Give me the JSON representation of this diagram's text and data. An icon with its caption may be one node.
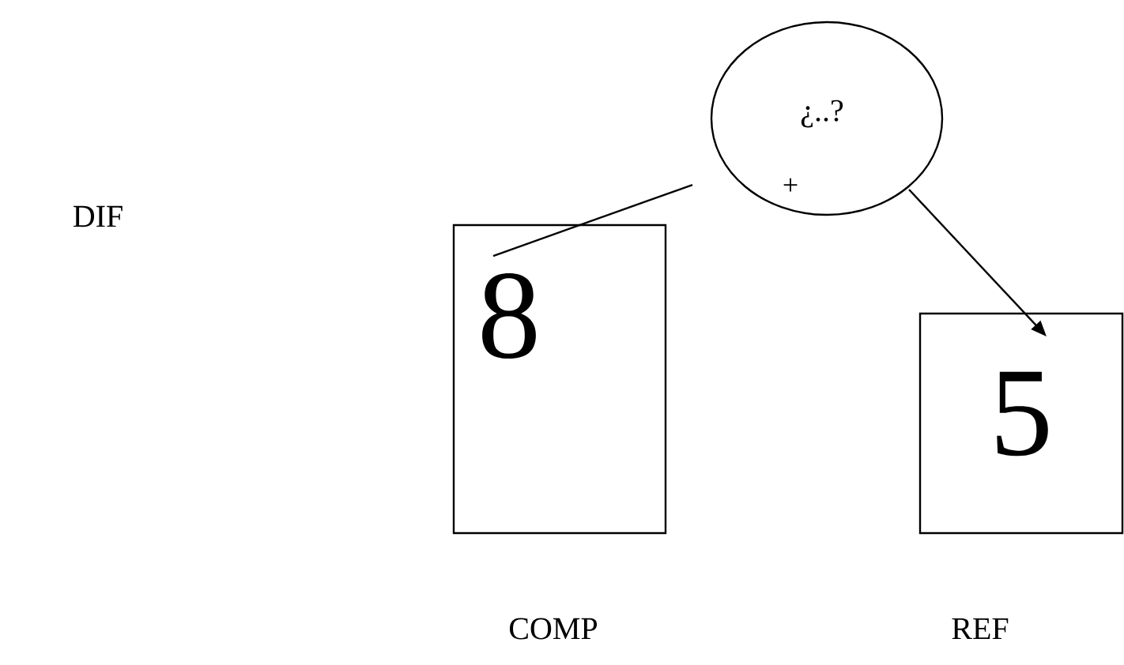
{
  "diagram": {
    "nodes": [
      {
        "text": [
          "¿..?",
          "+"
        ]
      },
      {
        "text": [
          "8"
        ],
        "beside": [
          "COMP"
        ]
      },
      {
        "text": [
          "5"
        ],
        "beside": [
          "REF"
        ]
      }
    ],
    "edges": [
      {
        "from": 0,
        "to": 1,
        "arrow": "none"
      },
      {
        "from": 0,
        "to": 2,
        "arrow": "to"
      }
    ],
    "labels": [
      "DIF"
    ]
  }
}
